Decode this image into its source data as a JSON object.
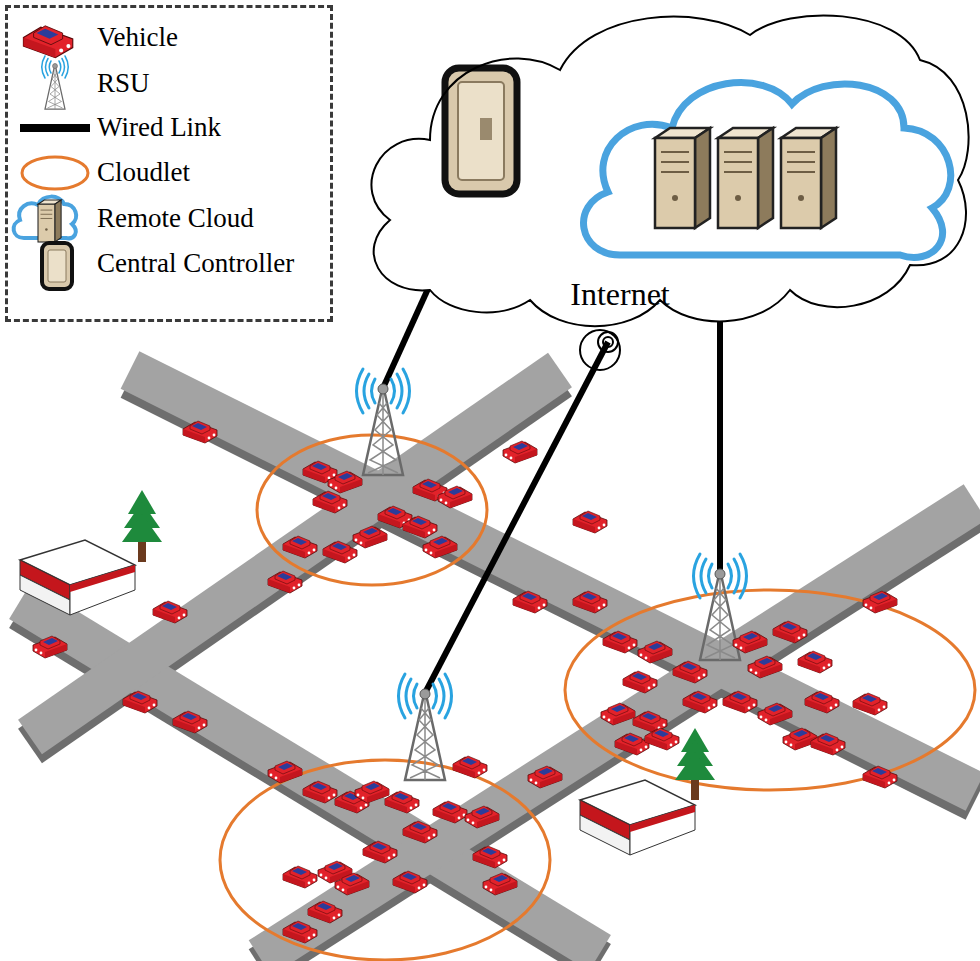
{
  "diagram": {
    "nodes": [
      {
        "text": [
          "Internet"
        ]
      }
    ],
    "legend": [
      {
        "text": "Vehicle"
      },
      {
        "text": "RSU"
      },
      {
        "text": "Wired Link"
      },
      {
        "text": "Cloudlet"
      },
      {
        "text": "Remote Cloud"
      },
      {
        "text": "Central Controller"
      }
    ]
  }
}
